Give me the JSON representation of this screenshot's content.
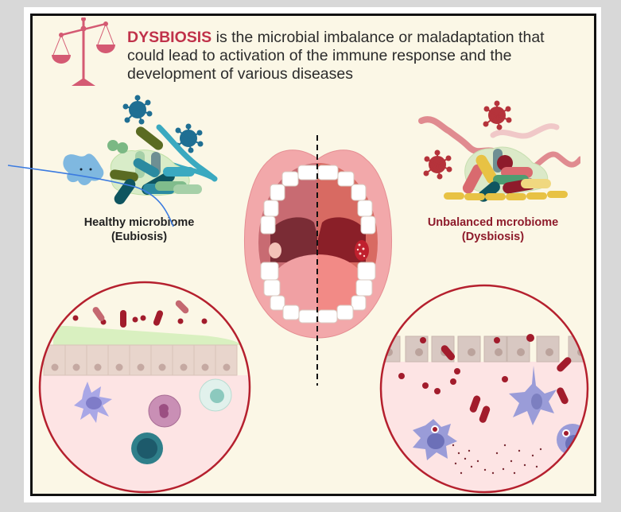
{
  "title": {
    "keyword": "DYSBIOSIS",
    "text": " is the microbial imbalance or maladaptation that could lead to activation of the immune response and the development of various diseases"
  },
  "left_panel": {
    "label_line1": "Healthy microbiome",
    "label_line2": "(Eubiosis)"
  },
  "right_panel": {
    "label_line1": "Unbalanced mcrobiome",
    "label_line2": "(Dysbiosis)"
  },
  "icons": [
    "balance-scale-icon"
  ],
  "colors": {
    "background": "#d8d8d8",
    "canvas": "#fbf7e6",
    "accent_red": "#c0324a",
    "dark_red": "#8e1b2b",
    "scale_pink": "#d45a73",
    "circle_border": "#b5202e",
    "tissue_pink": "#fde4e4"
  }
}
